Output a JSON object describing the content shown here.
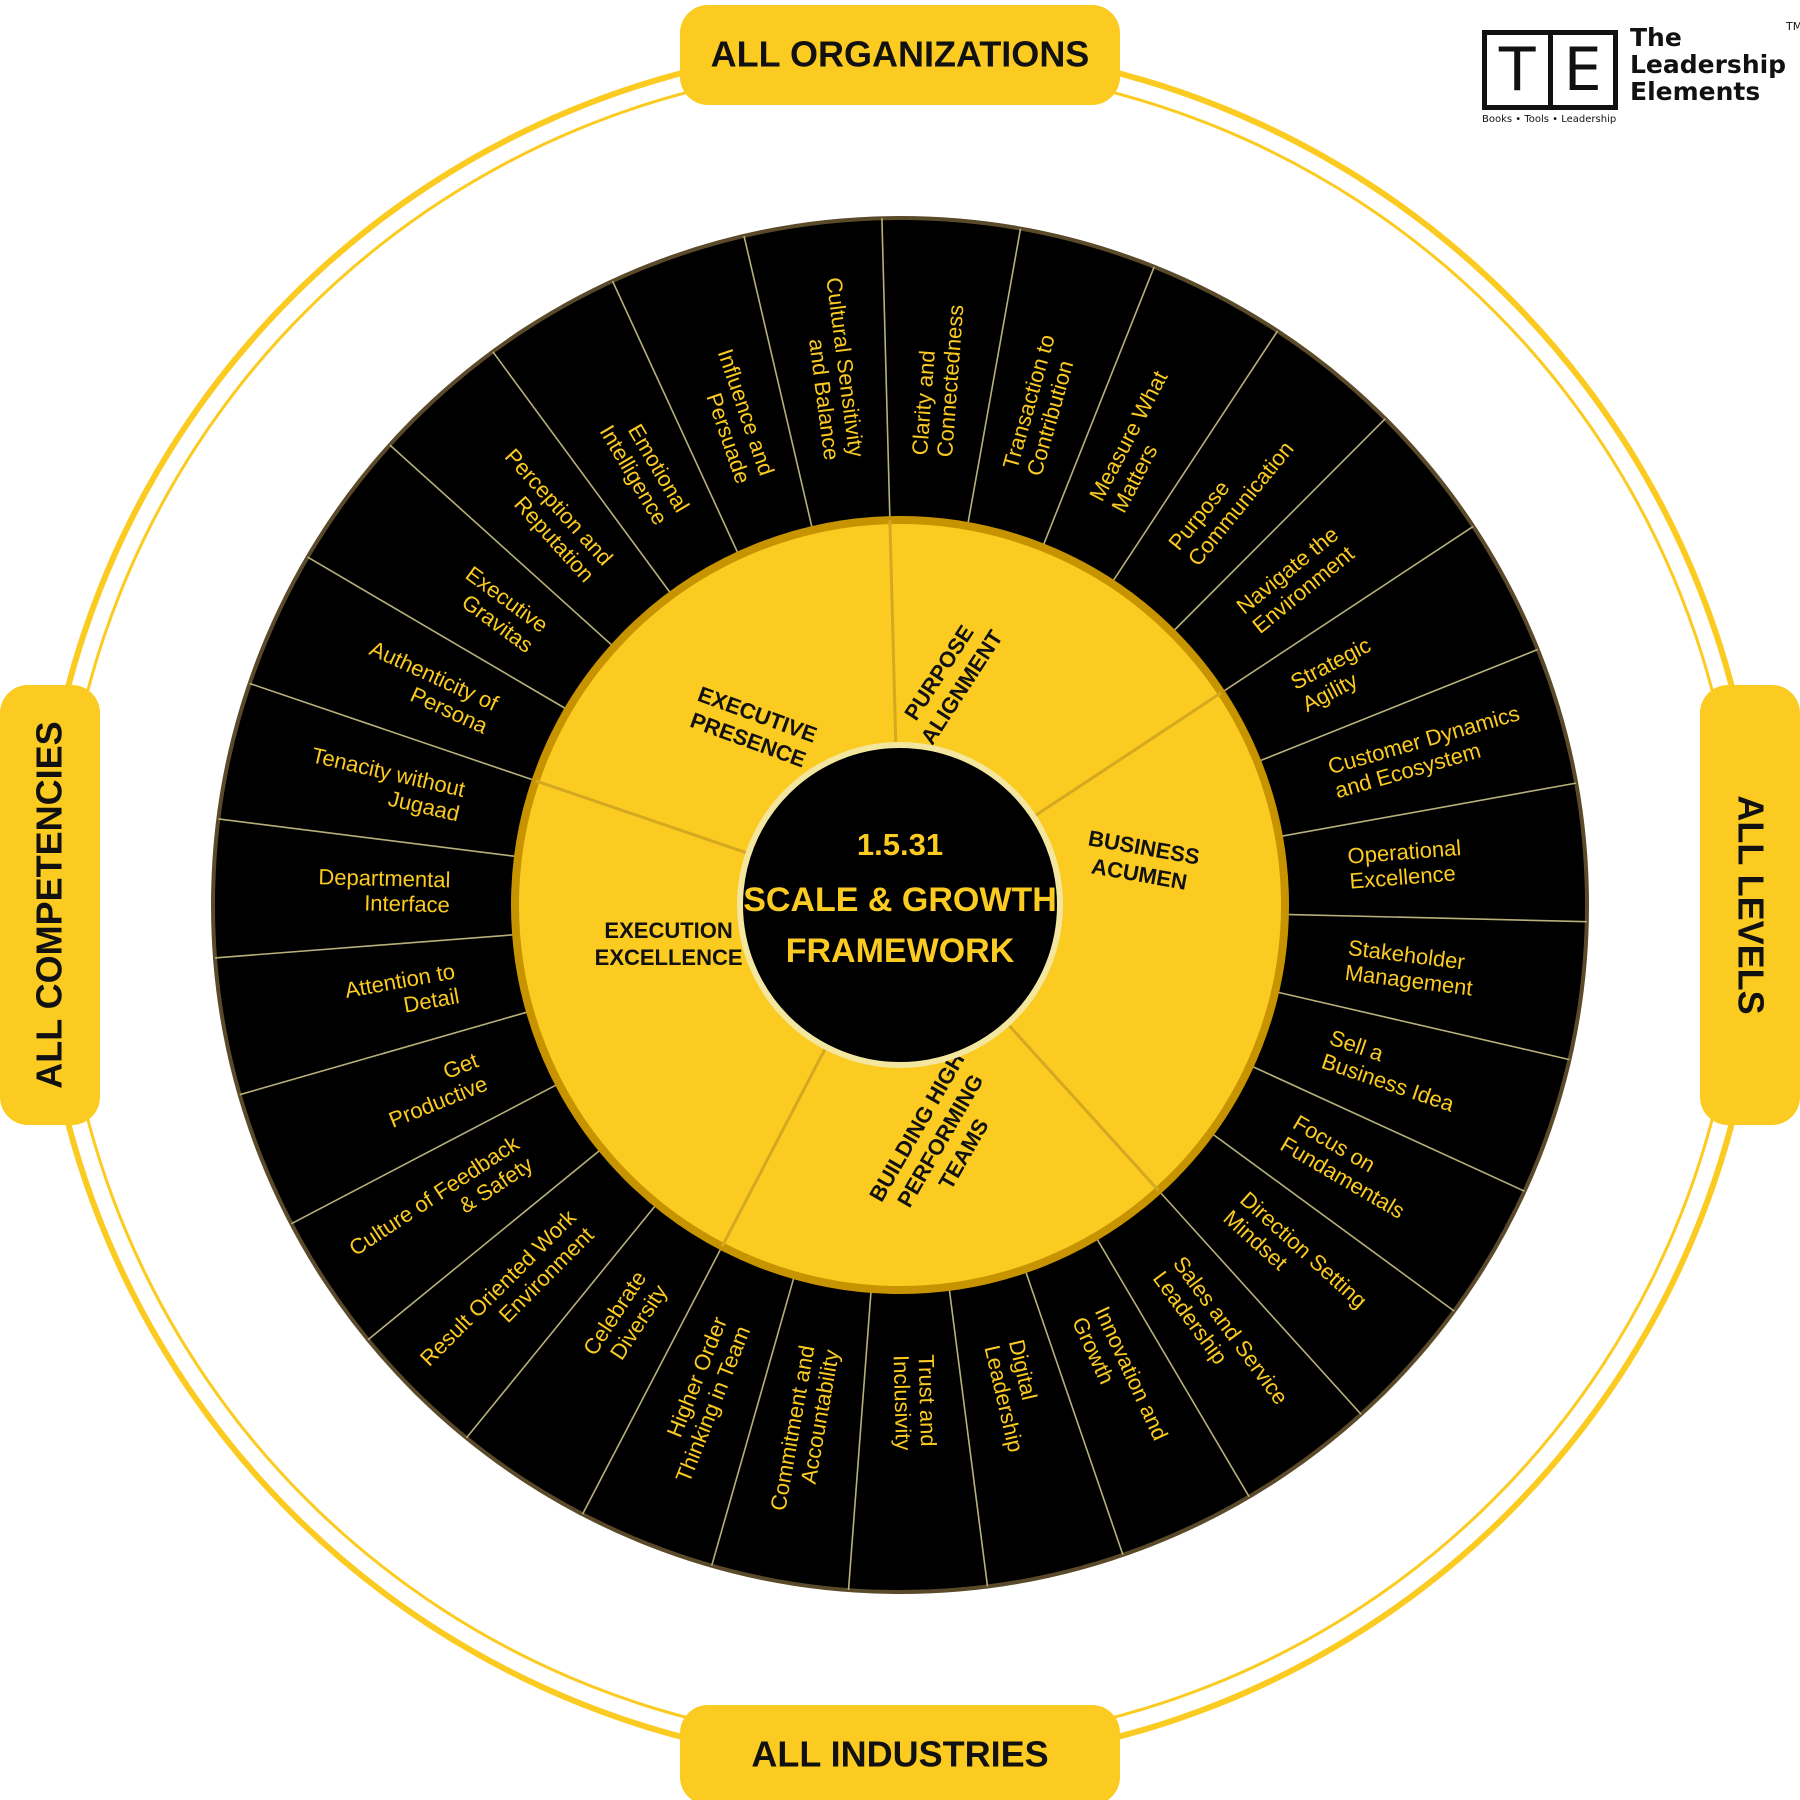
{
  "framework": {
    "title_line1": "1.5.31",
    "title_line2": "SCALE & GROWTH",
    "title_line3": "FRAMEWORK"
  },
  "outer_labels": {
    "top": "ALL ORGANIZATIONS",
    "right": "ALL LEVELS",
    "bottom": "ALL INDUSTRIES",
    "left": "ALL COMPETENCIES"
  },
  "categories": [
    {
      "name": [
        "PURPOSE",
        "ALIGNMENT"
      ]
    },
    {
      "name": [
        "BUSINESS",
        "ACUMEN"
      ]
    },
    {
      "name": [
        "BUILDING HIGH",
        "PERFORMING",
        "TEAMS"
      ]
    },
    {
      "name": [
        "EXECUTION",
        "EXCELLENCE"
      ]
    },
    {
      "name": [
        "EXECUTIVE",
        "PRESENCE"
      ]
    }
  ],
  "competencies": [
    [
      "Clarity and",
      "Connectedness"
    ],
    [
      "Transaction to",
      "Contribution"
    ],
    [
      "Measure What",
      "Matters"
    ],
    [
      "Purpose",
      "Communication"
    ],
    [
      "Navigate the",
      "Environment"
    ],
    [
      "Strategic",
      "Agility"
    ],
    [
      "Customer Dynamics",
      "and Ecosystem"
    ],
    [
      "Operational",
      "Excellence"
    ],
    [
      "Stakeholder",
      "Management"
    ],
    [
      "Sell a",
      "Business Idea"
    ],
    [
      "Focus on",
      "Fundamentals"
    ],
    [
      "Direction Setting",
      "Mindset"
    ],
    [
      "Sales and Service",
      "Leadership"
    ],
    [
      "Innovation and",
      "Growth"
    ],
    [
      "Digital",
      "Leadership"
    ],
    [
      "Trust and",
      "Inclusivity"
    ],
    [
      "Commitment and",
      "Accountability"
    ],
    [
      "Higher Order",
      "Thinking in Team"
    ],
    [
      "Celebrate",
      "Diversity"
    ],
    [
      "Result Oriented Work",
      "Environment"
    ],
    [
      "Culture of Feedback",
      "& Safety"
    ],
    [
      "Get",
      "Productive"
    ],
    [
      "Attention to",
      "Detail"
    ],
    [
      "Departmental",
      "Interface"
    ],
    [
      "Tenacity without",
      "Jugaad"
    ],
    [
      "Authenticity of",
      "Persona"
    ],
    [
      "Executive",
      "Gravitas"
    ],
    [
      "Perception and",
      "Reputation"
    ],
    [
      "Emotional",
      "Intelligence"
    ],
    [
      "Influence and",
      "Persuade"
    ],
    [
      "Cultural Sensitivity",
      "and Balance"
    ]
  ],
  "brand": {
    "letter_left": "T",
    "letter_right": "E",
    "name_lines": [
      "The",
      "Leadership",
      "Elements"
    ],
    "trademark": "TM",
    "tagline": "Books • Tools • Leadership"
  },
  "colors": {
    "yellow": "#FCCB21",
    "black": "#000000",
    "divider": "#B8B07A"
  }
}
